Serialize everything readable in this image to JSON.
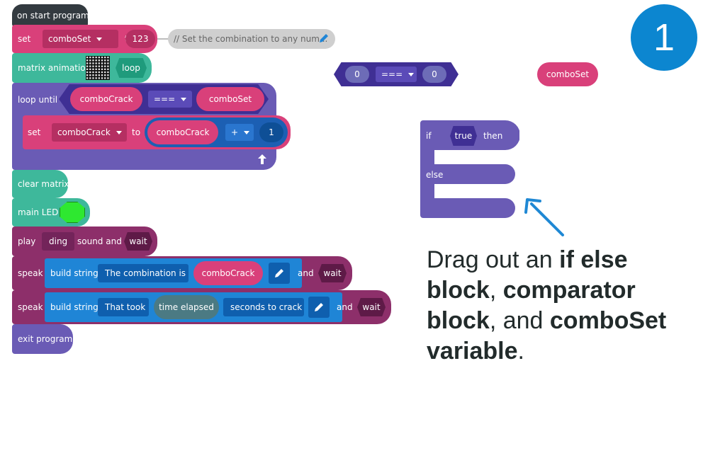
{
  "step_badge": {
    "number": "1",
    "color": "#0c86d0"
  },
  "program": {
    "start_label": "on start program",
    "set1": {
      "label": "set",
      "variable": "comboSet",
      "to": "to",
      "value": "123",
      "comment": "// Set the combination to any num..."
    },
    "matrix": {
      "label": "matrix animation",
      "mode": "loop"
    },
    "loop": {
      "label": "loop until",
      "left": "comboCrack",
      "op": "===",
      "right": "comboSet"
    },
    "set2": {
      "label": "set",
      "variable": "comboCrack",
      "to": "to",
      "expr_var": "comboCrack",
      "op": "+",
      "value": "1"
    },
    "clear_label": "clear matrix",
    "led_label": "main LED",
    "play": {
      "label": "play",
      "sound": "ding",
      "mid": "sound and",
      "wait": "wait"
    },
    "speak1": {
      "label": "speak",
      "build": "build string",
      "text": "The combination is",
      "var": "comboCrack",
      "and": "and",
      "wait": "wait"
    },
    "speak2": {
      "label": "speak",
      "build": "build string",
      "text": "That took",
      "var": "time elapsed",
      "text2": "seconds to crack",
      "and": "and",
      "wait": "wait"
    },
    "exit_label": "exit program"
  },
  "comparator": {
    "left": "0",
    "op": "===",
    "right": "0"
  },
  "comboset_var": "comboSet",
  "ifelse": {
    "if": "if",
    "cond": "true",
    "then": "then",
    "else": "else"
  },
  "instruction": {
    "p1": "Drag out an ",
    "b1": "if else block",
    "p2": ", ",
    "b2": "comparator block",
    "p3": ", and ",
    "b3": "comboSet variable",
    "p4": "."
  },
  "colors": {
    "led": "#2ee830",
    "arrow": "#1f88d4"
  }
}
